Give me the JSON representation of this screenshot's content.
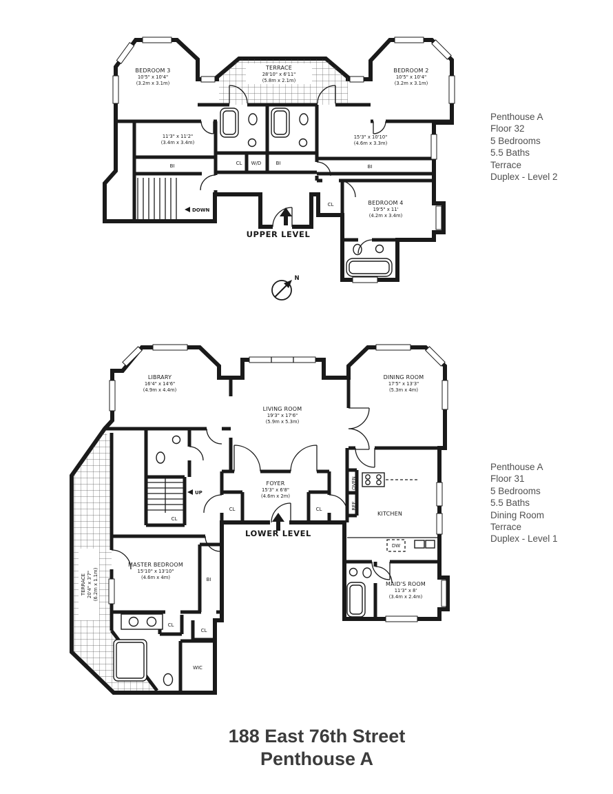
{
  "page": {
    "title_line1": "188 East 76th Street",
    "title_line2": "Penthouse A",
    "wall_color": "#1a1a1a"
  },
  "upper_plan": {
    "level_label": "UPPER LEVEL",
    "compass_label": "N",
    "info": [
      "Penthouse A",
      "Floor 32",
      "5 Bedrooms",
      "5.5 Baths",
      "Terrace",
      "Duplex - Level 2"
    ],
    "rooms": {
      "bedroom3": {
        "name": "BEDROOM 3",
        "dims": "10'5\" x 10'4\"",
        "metric": "(3.2m x 3.1m)"
      },
      "terrace": {
        "name": "TERRACE",
        "dims": "28'10\" x 6'11\"",
        "metric": "(5.8m x 2.1m)"
      },
      "bedroom2": {
        "name": "BEDROOM 2",
        "dims": "10'5\" x 10'4\"",
        "metric": "(3.2m x 3.1m)"
      },
      "room_a": {
        "dims": "11'3\" x 11'2\"",
        "metric": "(3.4m x 3.4m)"
      },
      "room_b": {
        "dims": "15'3\" x 10'10\"",
        "metric": "(4.6m x 3.3m)"
      },
      "bedroom4": {
        "name": "BEDROOM 4",
        "dims": "19'5\" x 11'",
        "metric": "(4.2m x 3.4m)"
      }
    },
    "labels": {
      "bi_left": "BI",
      "cl_center": "CL",
      "wd": "W/D",
      "bi_center": "BI",
      "bi_right": "BI",
      "cl_bedroom4": "CL",
      "down": "DOWN"
    }
  },
  "lower_plan": {
    "level_label": "LOWER LEVEL",
    "info": [
      "Penthouse A",
      "Floor 31",
      "5 Bedrooms",
      "5.5 Baths",
      "Dining Room",
      "Terrace",
      "Duplex - Level 1"
    ],
    "rooms": {
      "library": {
        "name": "LIBRARY",
        "dims": "16'4\" x 14'6\"",
        "metric": "(4.9m x 4.4m)"
      },
      "living_room": {
        "name": "LIVING ROOM",
        "dims": "19'3\" x 17'6\"",
        "metric": "(5.9m x 5.3m)"
      },
      "dining_room": {
        "name": "DINING ROOM",
        "dims": "17'5\" x 13'3\"",
        "metric": "(5.3m x 4m)"
      },
      "foyer": {
        "name": "FOYER",
        "dims": "15'3\" x 6'8\"",
        "metric": "(4.6m x 2m)"
      },
      "kitchen": {
        "name": "KITCHEN"
      },
      "master_bedroom": {
        "name": "MASTER BEDROOM",
        "dims": "15'10\" x 13'10\"",
        "metric": "(4.6m x 4m)"
      },
      "maids_room": {
        "name": "MAID'S ROOM",
        "dims": "11'3\" x 8'",
        "metric": "(3.4m x 2.4m)"
      },
      "terrace": {
        "name": "TERRACE",
        "dims": "20'4\" x 3'7\"",
        "metric": "(6.2m x 1.1m)"
      }
    },
    "labels": {
      "up": "UP",
      "cl_stairs": "CL",
      "cl_foyer_left": "CL",
      "cl_foyer_right": "CL",
      "bi_master": "BI",
      "cl_hall_1": "CL",
      "cl_hall_2": "CL",
      "wic": "WIC",
      "oven": "OVEN",
      "ref": "REF",
      "dw": "DW"
    }
  }
}
